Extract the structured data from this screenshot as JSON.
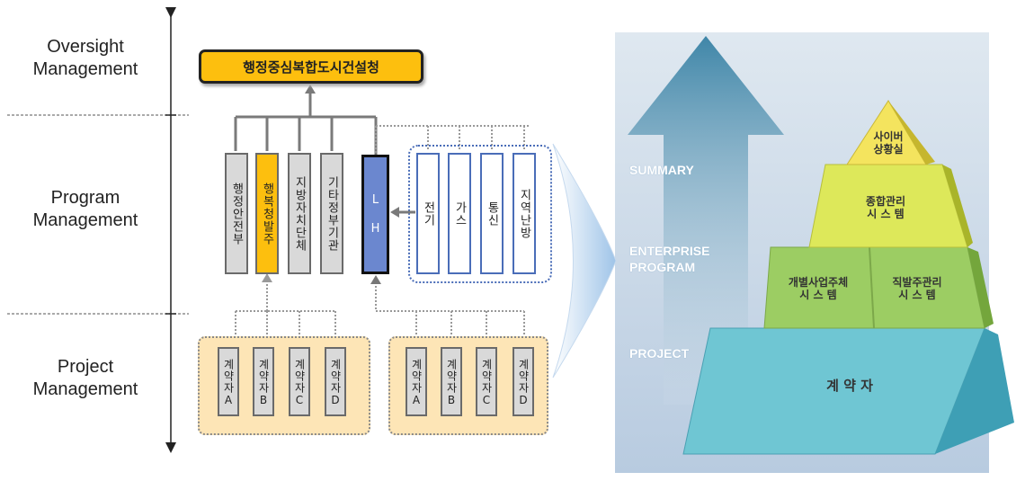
{
  "levels": {
    "oversight": [
      "Oversight",
      "Management"
    ],
    "program": [
      "Program",
      "Management"
    ],
    "project": [
      "Project",
      "Management"
    ]
  },
  "top_box": "행정중심복합도시건설청",
  "program_boxes": [
    "행정안전부",
    "행복청발주",
    "지방자치단체",
    "기타정부기관"
  ],
  "lh_box": "L H",
  "utility_boxes": [
    "전기",
    "가스",
    "통신",
    "지역난방"
  ],
  "contractors": [
    "계약자A",
    "계약자B",
    "계약자C",
    "계약자D"
  ],
  "pyramid": {
    "arrow_labels": [
      "SUMMARY",
      "ENTERPRISE PROGRAM",
      "PROJECT"
    ],
    "top": [
      "사이버",
      "상황실"
    ],
    "second": [
      "종합관리",
      "시 스 템"
    ],
    "third_left": [
      "개별사업주체",
      "시 스 템"
    ],
    "third_right": [
      "직발주관리",
      "시 스 템"
    ],
    "bottom": "계 약 자"
  },
  "colors": {
    "top_box": "#fdbf0e",
    "lh_box": "#6b87cf",
    "contract_group": "#fde5b6",
    "utility_border": "#4a6db8"
  }
}
